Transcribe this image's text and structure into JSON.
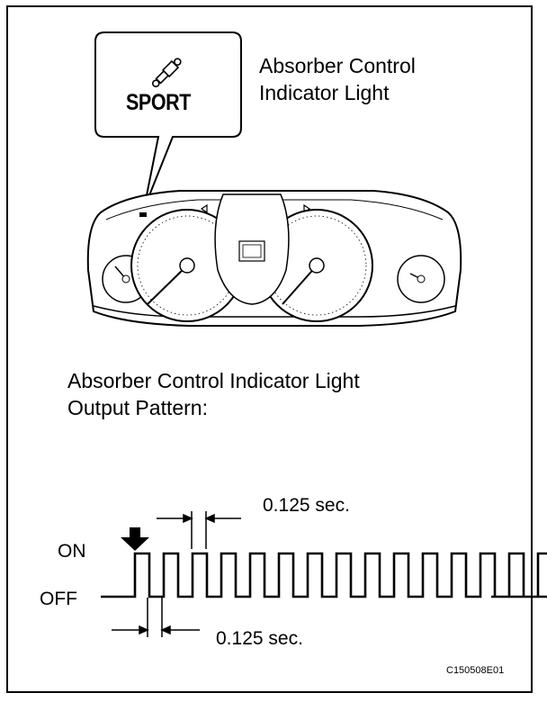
{
  "callout": {
    "icon": "shock-absorber-icon",
    "badge_text": "SPORT",
    "label_line1": "Absorber Control",
    "label_line2": "Indicator Light"
  },
  "pattern": {
    "title_line1": "Absorber Control Indicator Light",
    "title_line2": "Output Pattern:",
    "on_label": "ON",
    "off_label": "OFF",
    "on_duration_label": "0.125 sec.",
    "off_duration_label": "0.125 sec.",
    "pulse_count": 15
  },
  "figure_code": "C150508E01"
}
